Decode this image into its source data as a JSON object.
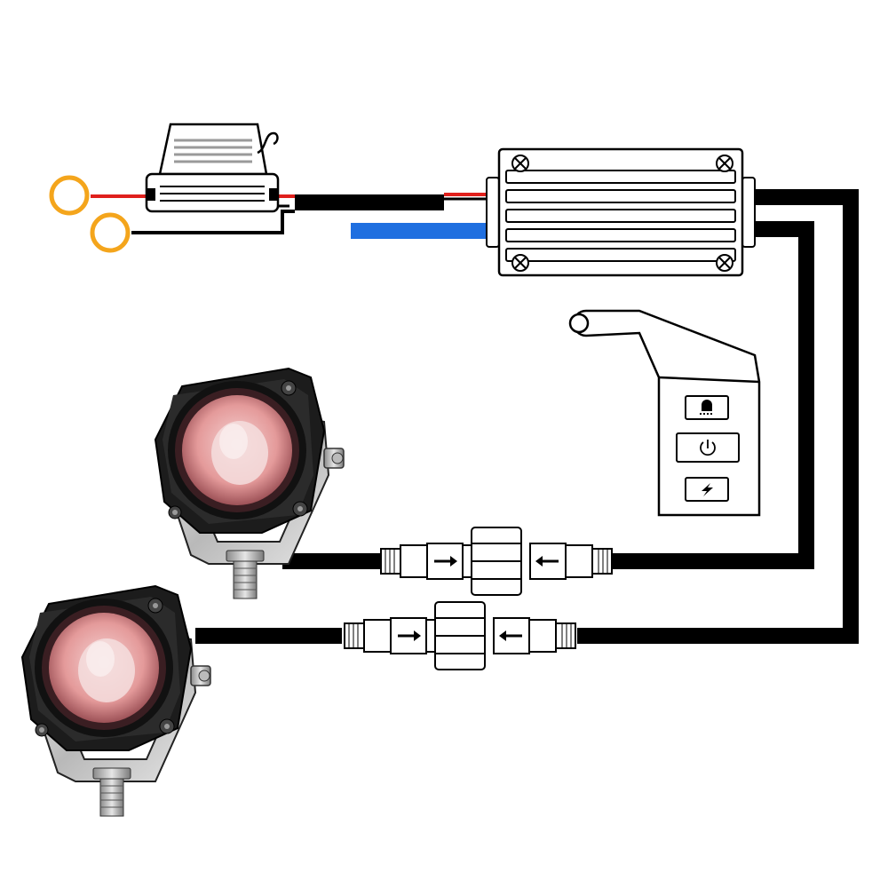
{
  "diagram": {
    "colors": {
      "background": "#ffffff",
      "harness_wire": "#000000",
      "positive_wire": "#e0201c",
      "signal_wire": "#1f6fe0",
      "ring_terminal": "#f4a51c",
      "lens": "#e9a4a4",
      "lamp_housing": "#1a1a1a",
      "bracket": "#c9c9c9",
      "outline": "#000000"
    },
    "components": [
      {
        "id": "ring-terminal-positive",
        "icon": "ring-terminal-icon"
      },
      {
        "id": "ring-terminal-negative",
        "icon": "ring-terminal-icon"
      },
      {
        "id": "fuse-holder",
        "icon": "fuse-holder-icon"
      },
      {
        "id": "relay-control-box",
        "icon": "relay-box-icon"
      },
      {
        "id": "remote-switch",
        "icon": "switch-panel-icon",
        "buttons": [
          "light-icon",
          "power-icon",
          "flash-icon"
        ]
      },
      {
        "id": "led-pod-light-upper",
        "icon": "led-pod-light-icon"
      },
      {
        "id": "led-pod-light-lower",
        "icon": "led-pod-light-icon"
      },
      {
        "id": "connector-upper",
        "icon": "waterproof-connector-icon"
      },
      {
        "id": "connector-lower",
        "icon": "waterproof-connector-icon"
      }
    ]
  }
}
